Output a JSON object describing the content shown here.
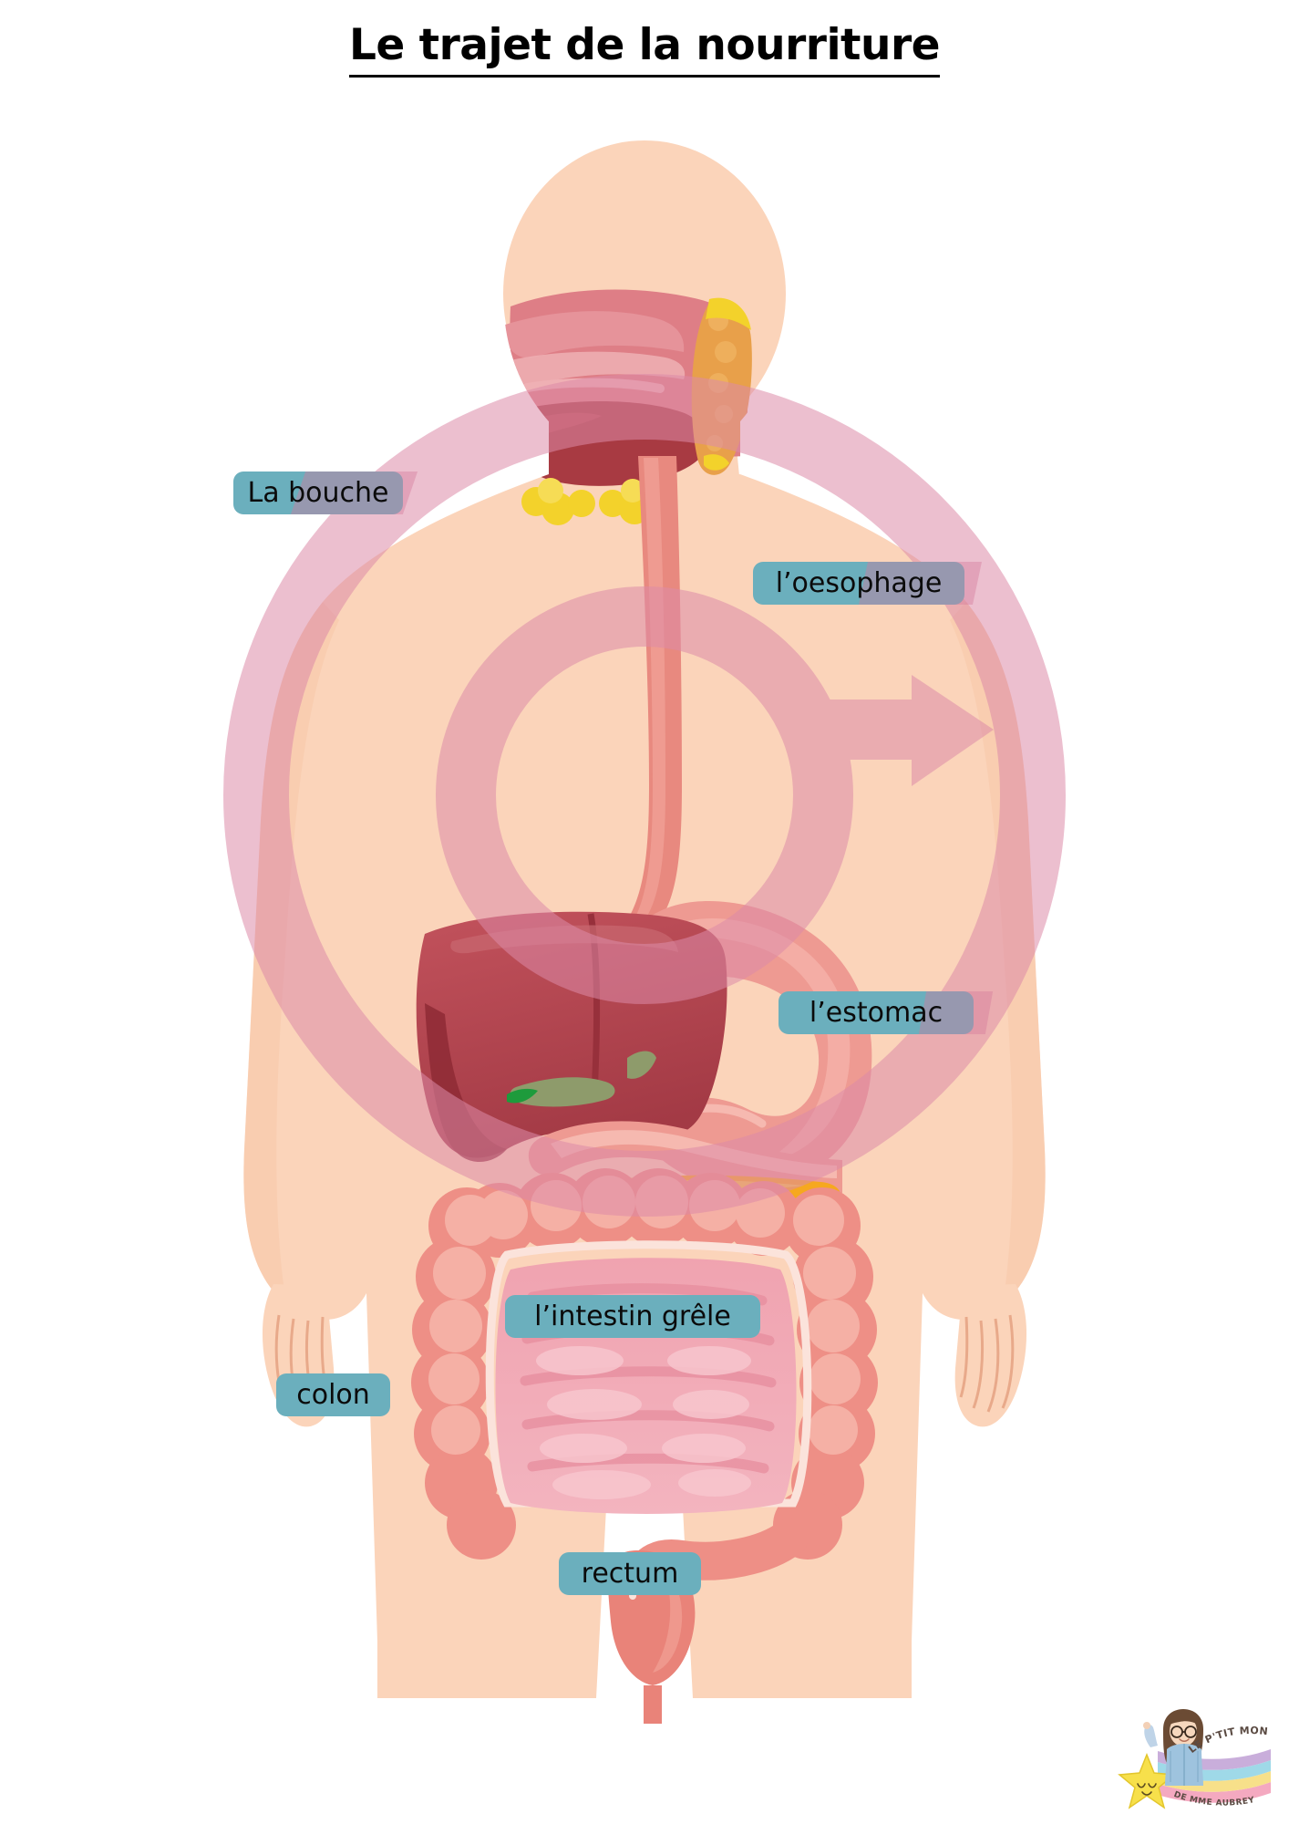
{
  "page": {
    "title": "Le trajet de la nourriture",
    "background_color": "#ffffff"
  },
  "diagram": {
    "subject": "human-digestive-system",
    "colors": {
      "skin": "#FBD4BA",
      "skin_shadow": "#F6C4A4",
      "outline": "#E8A98A",
      "esophagus": "#E8897F",
      "esophagus_light": "#F2A79B",
      "stomach": "#EE9A92",
      "liver": "#B8454F",
      "liver_dark": "#9E2F3A",
      "liver_light": "#C75C64",
      "small_intestine": "#EFA0AD",
      "small_intestine_light": "#F6BCC5",
      "colon": "#EE8F86",
      "colon_light": "#F5B0A6",
      "rectum": "#E98379",
      "pancreas": "#F6A81F",
      "pancreas_light": "#F7C948",
      "salivary_gland": "#F3D22B",
      "bile_duct": "#1E9B3C",
      "gallbladder": "#8E9B6B",
      "tongue": "#A83A42",
      "nasal_cavity": "#DE7E86",
      "mouth_pink": "#E08B92",
      "watermark_pink": "#DD8AA8",
      "chip_teal": "#6BAFBD",
      "chip_text": "#0b0b0b",
      "title_text": "#000000"
    }
  },
  "labels": [
    {
      "id": "bouche",
      "text": "La bouche",
      "organ": "mouth"
    },
    {
      "id": "oeso",
      "text": "l’oesophage",
      "organ": "esophagus"
    },
    {
      "id": "estomac",
      "text": "l’estomac",
      "organ": "stomach"
    },
    {
      "id": "grele",
      "text": "l’intestin grêle",
      "organ": "small-intestine"
    },
    {
      "id": "colon",
      "text": "colon",
      "organ": "large-intestine"
    },
    {
      "id": "rectum",
      "text": "rectum",
      "organ": "rectum"
    }
  ],
  "watermark": {
    "shape": "at-sign-ring",
    "color": "#DD8AA8",
    "opacity": 0.55
  },
  "logo": {
    "line1": "LE P'TIT MONDE",
    "line2": "DE MME AUBREY",
    "star_color": "#F7E04B",
    "rainbow_colors": [
      "#F4A9C0",
      "#F7E08A",
      "#9FD9E8",
      "#C9AEDB"
    ]
  }
}
